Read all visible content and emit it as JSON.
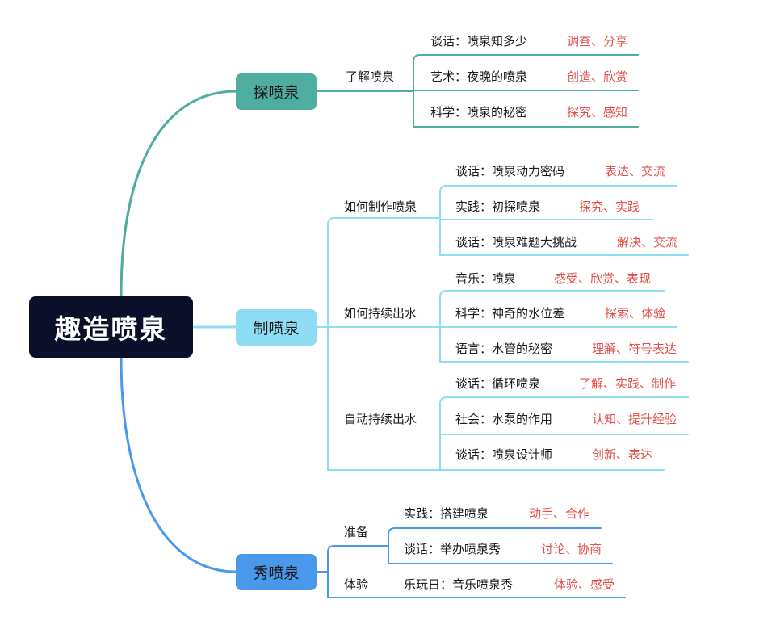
{
  "root": {
    "label": "趣造喷泉"
  },
  "colors": {
    "root_bg": "#0b0f2a",
    "branch1": "#4fada0",
    "branch2": "#8fdcf5",
    "branch3": "#4a98ec",
    "tag_text": "#e0504a"
  },
  "branches": [
    {
      "label": "探喷泉",
      "groups": [
        {
          "label": "了解喷泉",
          "items": [
            {
              "text": "谈话：喷泉知多少",
              "tag": "调查、分享"
            },
            {
              "text": "艺术：夜晚的喷泉",
              "tag": "创造、欣赏"
            },
            {
              "text": "科学：喷泉的秘密",
              "tag": "探究、感知"
            }
          ]
        }
      ]
    },
    {
      "label": "制喷泉",
      "groups": [
        {
          "label": "如何制作喷泉",
          "items": [
            {
              "text": "谈话：喷泉动力密码",
              "tag": "表达、交流"
            },
            {
              "text": "实践：初探喷泉",
              "tag": "探究、实践"
            },
            {
              "text": "谈话：喷泉难题大挑战",
              "tag": "解决、交流"
            }
          ]
        },
        {
          "label": "如何持续出水",
          "items": [
            {
              "text": "音乐：喷泉",
              "tag": "感受、欣赏、表现"
            },
            {
              "text": "科学：神奇的水位差",
              "tag": "探索、体验"
            },
            {
              "text": "语言：水管的秘密",
              "tag": "理解、符号表达"
            }
          ]
        },
        {
          "label": "自动持续出水",
          "items": [
            {
              "text": "谈话：循环喷泉",
              "tag": "了解、实践、制作"
            },
            {
              "text": "社会：水泵的作用",
              "tag": "认知、提升经验"
            },
            {
              "text": "谈话：喷泉设计师",
              "tag": "创新、表达"
            }
          ]
        }
      ]
    },
    {
      "label": "秀喷泉",
      "groups": [
        {
          "label": "准备",
          "items": [
            {
              "text": "实践：搭建喷泉",
              "tag": "动手、合作"
            },
            {
              "text": "谈话：举办喷泉秀",
              "tag": "讨论、协商"
            }
          ]
        },
        {
          "label": "体验",
          "items": [
            {
              "text": "乐玩日：音乐喷泉秀",
              "tag": "体验、感受"
            }
          ]
        }
      ]
    }
  ]
}
